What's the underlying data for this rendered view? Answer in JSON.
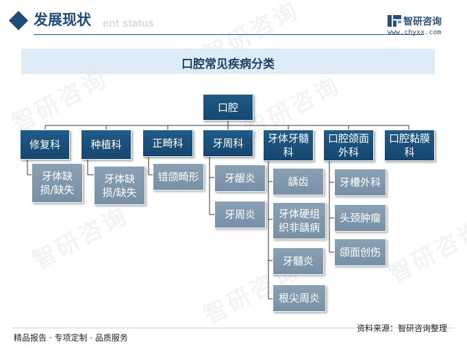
{
  "header": {
    "title": "发展现状",
    "title_en": "ent status",
    "logo_name": "智研咨询",
    "logo_url": "www.chyxx.com"
  },
  "diagram": {
    "title": "口腔常见疾病分类",
    "root": "口腔",
    "categories": [
      {
        "label": "修复科",
        "items": [
          "牙体缺损/缺失"
        ]
      },
      {
        "label": "种植科",
        "items": [
          "牙体缺损/缺失"
        ]
      },
      {
        "label": "正畸科",
        "items": [
          "错颌畸形"
        ]
      },
      {
        "label": "牙周科",
        "items": [
          "牙龈炎",
          "牙周炎"
        ]
      },
      {
        "label": "牙体牙髓科",
        "items": [
          "龋齿",
          "牙体硬组织非龋病",
          "牙髓炎",
          "根尖周炎"
        ]
      },
      {
        "label": "口腔颌面外科",
        "items": [
          "牙槽外科",
          "头颈肿瘤",
          "颌面创伤"
        ]
      },
      {
        "label": "口腔黏膜科",
        "items": []
      }
    ]
  },
  "watermark": {
    "text": "智研咨询"
  },
  "footer": {
    "left": "精品报告 · 专项定制 · 品质服务",
    "right": "资料来源：智研咨询整理"
  },
  "colors": {
    "primary": "#1e4b7a",
    "child": "#8299ae",
    "band": "#deecf7"
  }
}
